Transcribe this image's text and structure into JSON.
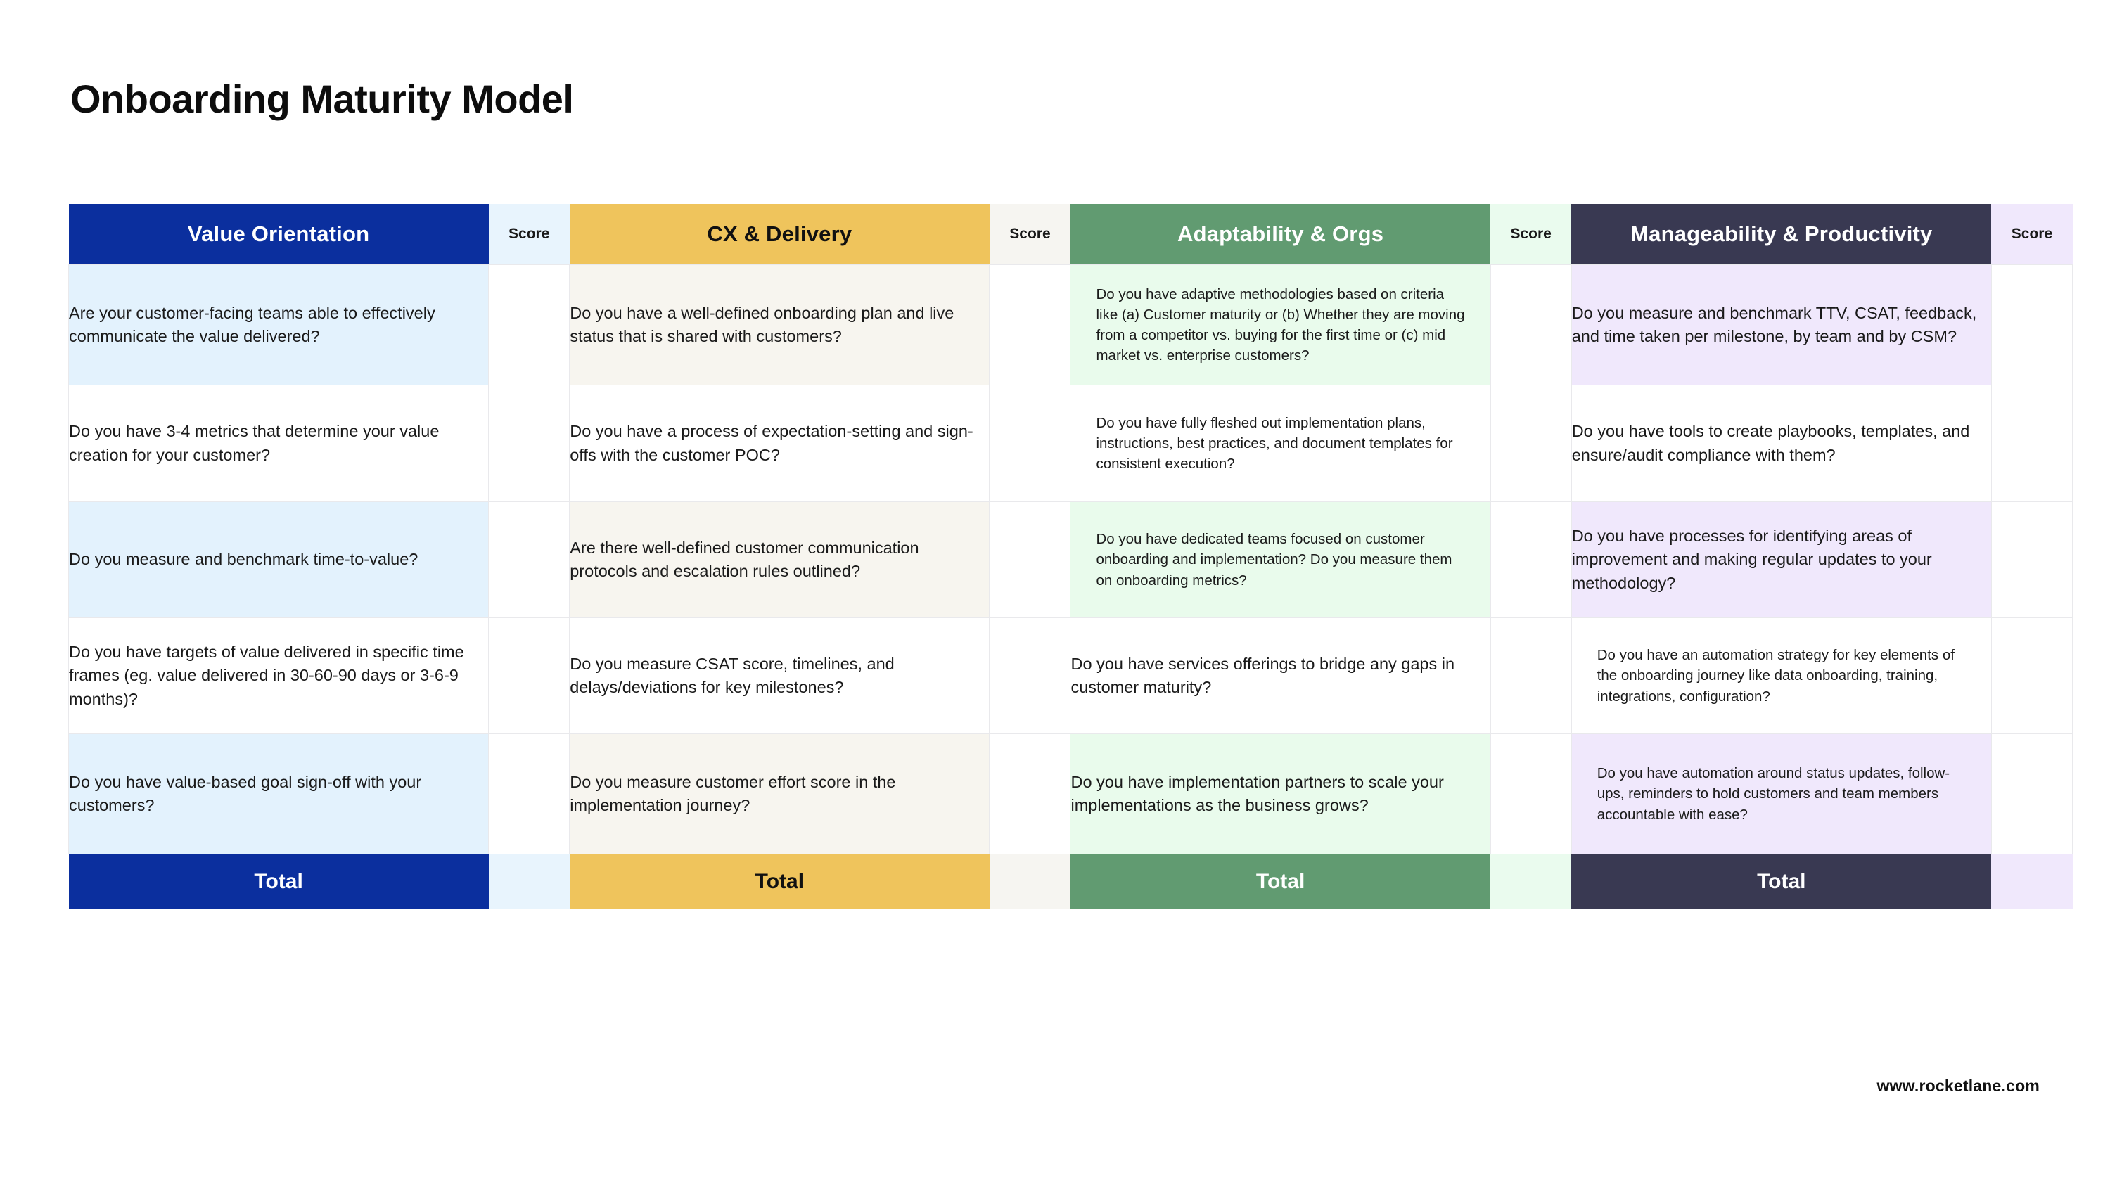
{
  "page": {
    "title": "Onboarding Maturity Model",
    "footer_url": "www.rocketlane.com"
  },
  "colors": {
    "value_orientation_header": "#0b2f9e",
    "value_orientation_tint": "#e3f2fd",
    "value_orientation_score_tint": "#e8f4fd",
    "cx_delivery_header": "#efc45c",
    "cx_delivery_tint": "#f7f5ef",
    "cx_delivery_score_tint": "#f6f5f1",
    "adaptability_header": "#619b71",
    "adaptability_tint": "#e9fbec",
    "adaptability_score_tint": "#eafbee",
    "manageability_header": "#393952",
    "manageability_tint": "#f0e8fc",
    "manageability_score_tint": "#f0e8fc",
    "cell_white": "#ffffff",
    "grid_line": "#e9e9ec",
    "text_dark": "#1a1a1a",
    "text_light": "#ffffff"
  },
  "score_column_label": "Score",
  "total_label": "Total",
  "columns": [
    {
      "key": "value_orientation",
      "header": "Value Orientation",
      "header_bg": "#0b2f9e",
      "header_fg": "#ffffff",
      "tint": "#e3f2fd",
      "score_tint": "#e8f4fd",
      "total_bg": "#0b2f9e",
      "total_fg": "#ffffff",
      "total_score_bg": "#e8f4fd",
      "questions": [
        "Are your customer-facing teams able to effectively communicate the value delivered?",
        "Do you have 3-4 metrics that determine your value creation for your customer?",
        "Do you measure and benchmark time-to-value?",
        "Do you have targets of value delivered in specific time frames (eg. value delivered in 30-60-90 days or 3-6-9 months)?",
        "Do you have value-based goal sign-off with your customers?"
      ]
    },
    {
      "key": "cx_delivery",
      "header": "CX & Delivery",
      "header_bg": "#efc45c",
      "header_fg": "#111111",
      "tint": "#f7f5ef",
      "score_tint": "#f6f5f1",
      "total_bg": "#efc45c",
      "total_fg": "#111111",
      "total_score_bg": "#f6f5f1",
      "questions": [
        "Do you have a well-defined onboarding plan and live status that is shared with customers?",
        "Do you have a process of expectation-setting and sign-offs with the customer POC?",
        "Are there well-defined customer communication protocols and escalation rules outlined?",
        "Do you measure CSAT score, timelines, and delays/deviations for key milestones?",
        "Do you measure customer effort score in the implementation journey?"
      ]
    },
    {
      "key": "adaptability_orgs",
      "header": "Adaptability & Orgs",
      "header_bg": "#619b71",
      "header_fg": "#ffffff",
      "tint": "#e9fbec",
      "score_tint": "#eafbee",
      "total_bg": "#619b71",
      "total_fg": "#ffffff",
      "total_score_bg": "#eafbee",
      "questions": [
        "Do you have adaptive methodologies based on criteria like (a) Customer maturity or (b) Whether they are moving from a competitor vs. buying for the first time or (c) mid market vs. enterprise customers?",
        "Do you have fully fleshed out implementation plans, instructions, best practices, and document templates for consistent execution?",
        "Do you have dedicated teams focused on customer onboarding and implementation? Do you measure them on onboarding metrics?",
        "Do you have services offerings to bridge any gaps in customer maturity?",
        "Do you have implementation partners to scale your implementations as the business grows?"
      ]
    },
    {
      "key": "manageability_productivity",
      "header": "Manageability & Productivity",
      "header_bg": "#393952",
      "header_fg": "#ffffff",
      "tint": "#f0e8fc",
      "score_tint": "#f0e8fc",
      "total_bg": "#393952",
      "total_fg": "#ffffff",
      "total_score_bg": "#f0e8fc",
      "questions": [
        "Do you measure and benchmark TTV, CSAT, feedback, and time taken per milestone, by team and by CSM?",
        "Do you have tools to create playbooks, templates, and ensure/audit compliance with them?",
        "Do you have processes for identifying areas of improvement and making regular updates to your methodology?",
        "Do you have an automation strategy for key elements of the onboarding journey like data onboarding, training, integrations, configuration?",
        "Do you have automation around status updates, follow-ups, reminders to hold customers and team members accountable with ease?"
      ]
    }
  ],
  "row_tint_pattern": [
    true,
    false,
    true,
    false,
    true
  ],
  "score_cells_blank": ""
}
